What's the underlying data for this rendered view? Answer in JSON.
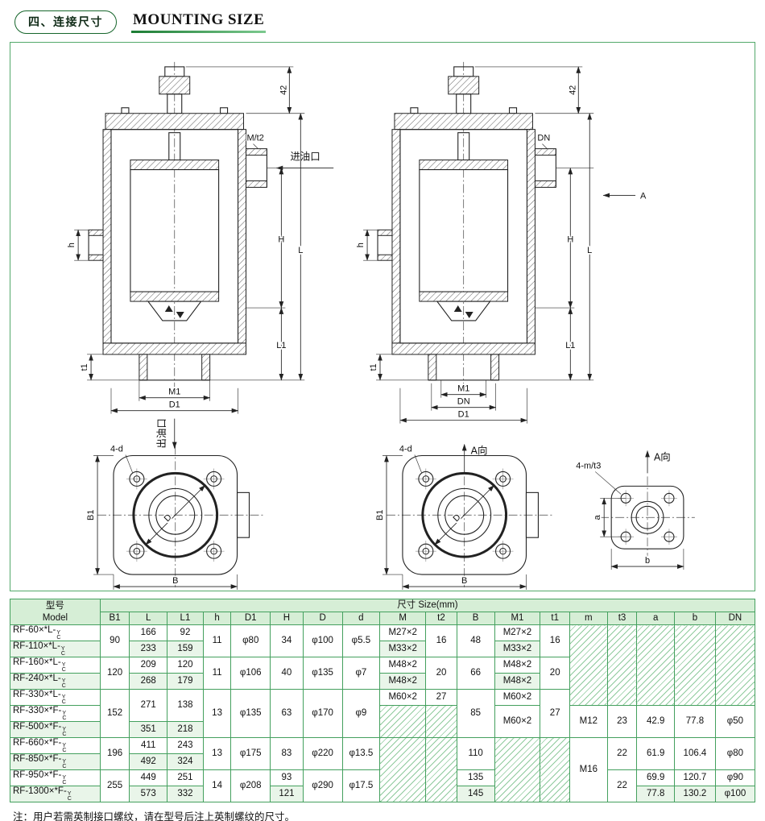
{
  "header": {
    "badge": "四、连接尺寸",
    "title": "MOUNTING SIZE"
  },
  "drawing": {
    "labels": {
      "d42": "42",
      "mt2": "M/t2",
      "inlet": "进油口",
      "outlet": "出油口",
      "H": "H",
      "L": "L",
      "L1": "L1",
      "h": "h",
      "t1": "t1",
      "M1": "M1",
      "D1": "D1",
      "DN": "DN",
      "A": "A",
      "a_view": "A向",
      "four_d": "4-d",
      "four_mt3": "4-m/t3",
      "B1": "B1",
      "B": "B",
      "D": "D",
      "a": "a",
      "b": "b"
    }
  },
  "table": {
    "size_header": "尺寸 Size(mm)",
    "model_header_cn": "型号",
    "model_header_en": "Model",
    "suffix_top": "Y",
    "suffix_bottom": "C",
    "columns": [
      "B1",
      "L",
      "L1",
      "h",
      "D1",
      "H",
      "D",
      "d",
      "M",
      "t2",
      "B",
      "M1",
      "t1",
      "m",
      "t3",
      "a",
      "b",
      "DN"
    ],
    "rows": [
      {
        "model": "RF-60×*L-",
        "cells": [
          {
            "v": "90",
            "rs": 2
          },
          {
            "v": "166"
          },
          {
            "v": "92"
          },
          {
            "v": "11",
            "rs": 2
          },
          {
            "v": "φ80",
            "rs": 2
          },
          {
            "v": "34",
            "rs": 2
          },
          {
            "v": "φ100",
            "rs": 2
          },
          {
            "v": "φ5.5",
            "rs": 2
          },
          {
            "v": "M27×2"
          },
          {
            "v": "16",
            "rs": 2
          },
          {
            "v": "48",
            "rs": 2
          },
          {
            "v": "M27×2"
          },
          {
            "v": "16",
            "rs": 2
          },
          {
            "hatch": true,
            "rs": 5
          },
          {
            "hatch": true,
            "rs": 5
          },
          {
            "hatch": true,
            "rs": 5
          },
          {
            "hatch": true,
            "rs": 5
          },
          {
            "hatch": true,
            "rs": 5
          }
        ]
      },
      {
        "model": "RF-110×*L-",
        "cells": [
          {
            "v": "233"
          },
          {
            "v": "159"
          },
          {
            "v": "M33×2"
          },
          {
            "v": "M33×2"
          }
        ]
      },
      {
        "model": "RF-160×*L-",
        "cells": [
          {
            "v": "120",
            "rs": 2
          },
          {
            "v": "209"
          },
          {
            "v": "120"
          },
          {
            "v": "11",
            "rs": 2
          },
          {
            "v": "φ106",
            "rs": 2
          },
          {
            "v": "40",
            "rs": 2
          },
          {
            "v": "φ135",
            "rs": 2
          },
          {
            "v": "φ7",
            "rs": 2
          },
          {
            "v": "M48×2"
          },
          {
            "v": "20",
            "rs": 2
          },
          {
            "v": "66",
            "rs": 2
          },
          {
            "v": "M48×2"
          },
          {
            "v": "20",
            "rs": 2
          }
        ]
      },
      {
        "model": "RF-240×*L-",
        "cells": [
          {
            "v": "268"
          },
          {
            "v": "179"
          },
          {
            "v": "M48×2"
          },
          {
            "v": "M48×2"
          }
        ]
      },
      {
        "model": "RF-330×*L-",
        "cells": [
          {
            "v": "152",
            "rs": 3
          },
          {
            "v": "271",
            "rs": 2
          },
          {
            "v": "138",
            "rs": 2
          },
          {
            "v": "13",
            "rs": 3
          },
          {
            "v": "φ135",
            "rs": 3
          },
          {
            "v": "63",
            "rs": 3
          },
          {
            "v": "φ170",
            "rs": 3
          },
          {
            "v": "φ9",
            "rs": 3
          },
          {
            "v": "M60×2"
          },
          {
            "v": "27"
          },
          {
            "v": "85",
            "rs": 3
          },
          {
            "v": "M60×2"
          },
          {
            "v": "27",
            "rs": 3
          }
        ]
      },
      {
        "model": "RF-330×*F-",
        "cells": [
          {
            "hatch": true,
            "rs": 2
          },
          {
            "hatch": true,
            "rs": 2
          },
          {
            "v": "M60×2",
            "rs": 2
          },
          {
            "v": "M12",
            "rs": 2
          },
          {
            "v": "23",
            "rs": 2
          },
          {
            "v": "42.9",
            "rs": 2
          },
          {
            "v": "77.8",
            "rs": 2
          },
          {
            "v": "φ50",
            "rs": 2
          }
        ]
      },
      {
        "model": "RF-500×*F-",
        "cells": [
          {
            "v": "351"
          },
          {
            "v": "218"
          }
        ]
      },
      {
        "model": "RF-660×*F-",
        "cells": [
          {
            "v": "196",
            "rs": 2
          },
          {
            "v": "411"
          },
          {
            "v": "243"
          },
          {
            "v": "13",
            "rs": 2
          },
          {
            "v": "φ175",
            "rs": 2
          },
          {
            "v": "83",
            "rs": 2
          },
          {
            "v": "φ220",
            "rs": 2
          },
          {
            "v": "φ13.5",
            "rs": 2
          },
          {
            "hatch": true,
            "rs": 4
          },
          {
            "hatch": true,
            "rs": 4
          },
          {
            "v": "110",
            "rs": 2
          },
          {
            "hatch": true,
            "rs": 4
          },
          {
            "hatch": true,
            "rs": 4
          },
          {
            "v": "M16",
            "rs": 4
          },
          {
            "v": "22",
            "rs": 2
          },
          {
            "v": "61.9",
            "rs": 2
          },
          {
            "v": "106.4",
            "rs": 2
          },
          {
            "v": "φ80",
            "rs": 2
          }
        ]
      },
      {
        "model": "RF-850×*F-",
        "cells": [
          {
            "v": "492"
          },
          {
            "v": "324"
          }
        ]
      },
      {
        "model": "RF-950×*F-",
        "cells": [
          {
            "v": "255",
            "rs": 2
          },
          {
            "v": "449"
          },
          {
            "v": "251"
          },
          {
            "v": "14",
            "rs": 2
          },
          {
            "v": "φ208",
            "rs": 2
          },
          {
            "v": "93"
          },
          {
            "v": "φ290",
            "rs": 2
          },
          {
            "v": "φ17.5",
            "rs": 2
          },
          {
            "v": "135"
          },
          {
            "v": "22",
            "rs": 2
          },
          {
            "v": "69.9"
          },
          {
            "v": "120.7"
          },
          {
            "v": "φ90"
          }
        ]
      },
      {
        "model": "RF-1300×*F-",
        "cells": [
          {
            "v": "573"
          },
          {
            "v": "332"
          },
          {
            "v": "121"
          },
          {
            "v": "145"
          },
          {
            "v": "77.8"
          },
          {
            "v": "130.2"
          },
          {
            "v": "φ100"
          }
        ]
      }
    ]
  },
  "footnote": "注：用户若需英制接口螺纹，请在型号后注上英制螺纹的尺寸。"
}
